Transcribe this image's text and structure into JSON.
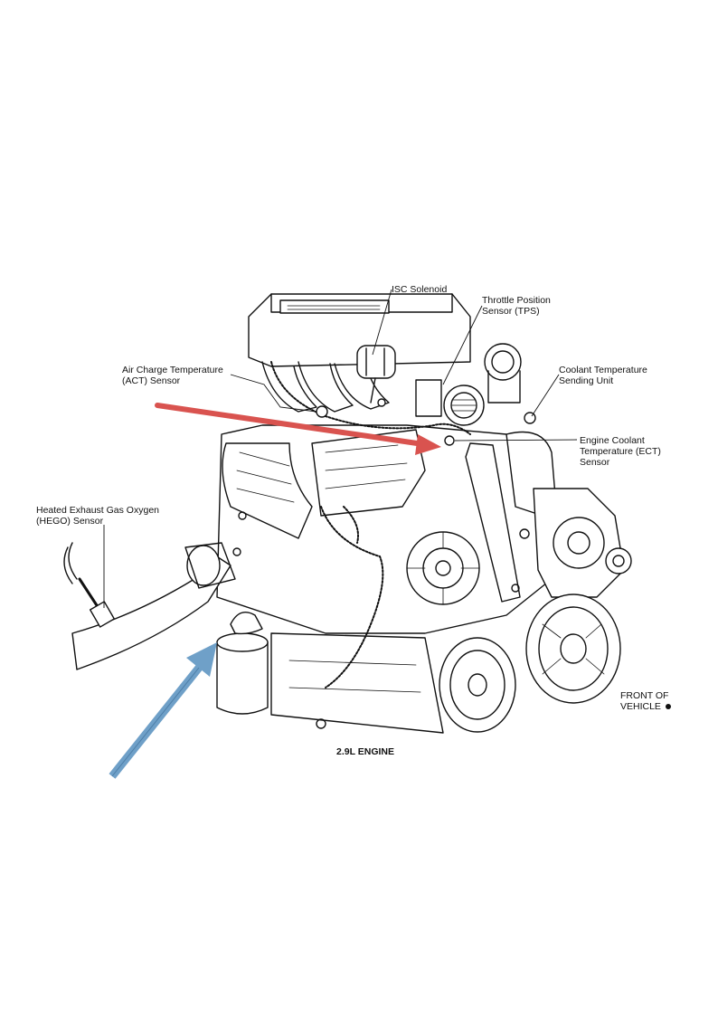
{
  "labels": {
    "isc_solenoid": "ISC Solenoid",
    "tps": "Throttle Position\nSensor (TPS)",
    "act": "Air Charge Temperature\n(ACT) Sensor",
    "coolant_sending": "Coolant Temperature\nSending Unit",
    "ect": "Engine Coolant\nTemperature (ECT)\nSensor",
    "hego": "Heated Exhaust Gas Oxygen\n(HEGO) Sensor",
    "front": "FRONT OF\nVEHICLE",
    "caption": "2.9L ENGINE"
  },
  "colors": {
    "red_arrow": "#d9534f",
    "blue_arrow": "#6fa0c8",
    "line": "#111111"
  }
}
